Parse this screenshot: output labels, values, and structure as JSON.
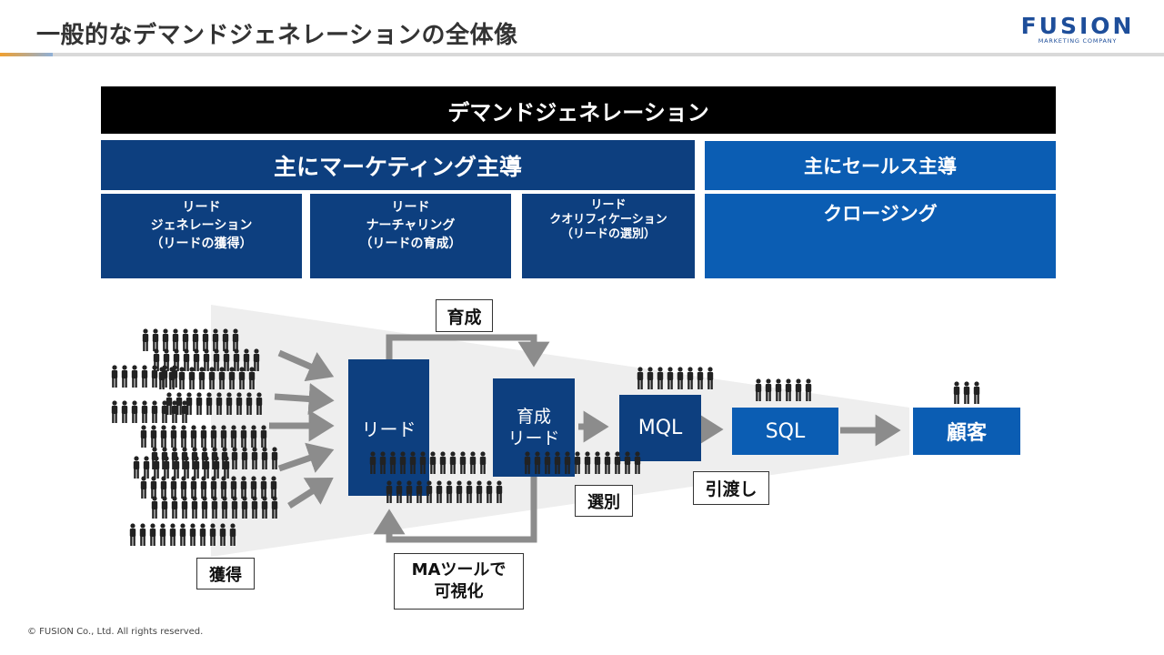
{
  "header": {
    "title": "一般的なデマンドジェネレーションの全体像"
  },
  "logo": {
    "main": "FUSION",
    "sub": "MARKETING COMPANY"
  },
  "banner": {
    "label": "デマンドジェネレーション"
  },
  "marketing": {
    "heading": "主にマーケティング主導",
    "stages": [
      {
        "line1": "リード",
        "line2": "ジェネレーション",
        "line3": "（リードの獲得）"
      },
      {
        "line1": "リード",
        "line2": "ナーチャリング",
        "line3": "（リードの育成）"
      },
      {
        "line1": "リード",
        "line2": "クオリフィケーション",
        "line3": "（リードの選別）"
      }
    ]
  },
  "sales": {
    "heading": "主にセールス主導",
    "closing": "クロージング"
  },
  "funnel": {
    "lead": "リード",
    "nurtured_line1": "育成",
    "nurtured_line2": "リード",
    "mql": "MQL",
    "sql": "SQL",
    "customer": "顧客"
  },
  "labels": {
    "nurture": "育成",
    "select": "選別",
    "handover": "引渡し",
    "acquire": "獲得",
    "ma_line1": "MAツールで",
    "ma_line2": "可視化"
  },
  "colors": {
    "navy": "#0d3f7f",
    "blue": "#0b5db3",
    "black": "#000000",
    "arrow": "#8c8c8c",
    "funnel": "#eeeeee"
  },
  "footer": {
    "copyright": "© FUSION Co., Ltd. All rights reserved."
  }
}
